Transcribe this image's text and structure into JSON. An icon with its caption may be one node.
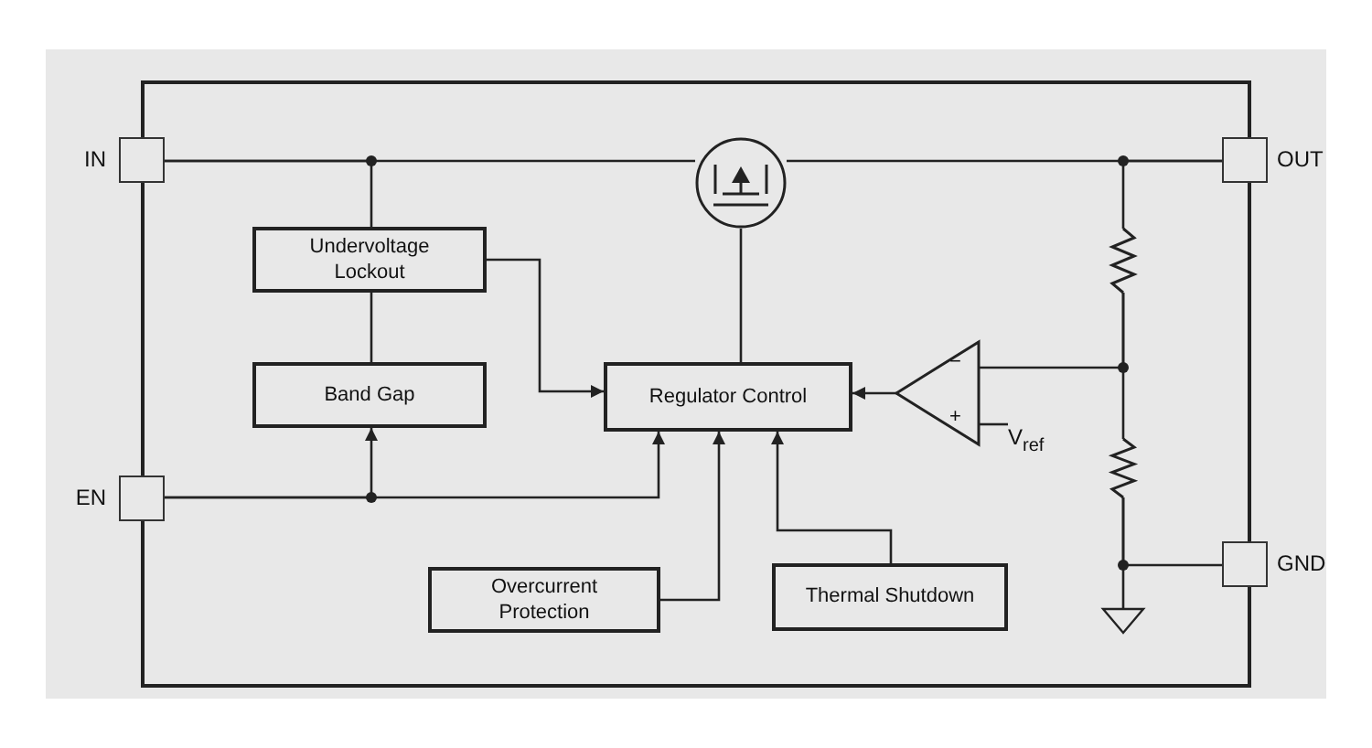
{
  "diagram": {
    "nodes": [
      {
        "text": [],
        "shape": "box"
      },
      {
        "text": [
          "IN"
        ]
      },
      {
        "text": [
          "OUT"
        ]
      },
      {
        "text": [
          "Undervoltage Lockout"
        ],
        "in": 0
      },
      {
        "text": [],
        "shape": "transistor",
        "in": 0
      },
      {
        "text": [
          "Band Gap"
        ],
        "in": 0
      },
      {
        "text": [
          "Regulator Control"
        ],
        "in": 0
      },
      {
        "text": [
          "−",
          "+"
        ],
        "in": 0
      },
      {
        "text": [
          "EN"
        ]
      },
      {
        "text": [],
        "shape": "resistor",
        "in": 0
      },
      {
        "text": [],
        "shape": "resistor",
        "in": 0
      },
      {
        "text": [
          "GND"
        ]
      },
      {
        "text": [
          "Overcurrent Protection"
        ],
        "in": 0
      },
      {
        "text": [
          "Thermal Shutdown"
        ],
        "in": 0
      },
      {
        "text": [],
        "shape": "ground",
        "in": 0
      },
      {
        "text": [
          "V$_{ref}$"
        ],
        "in": 0
      }
    ],
    "edges": [
      {
        "from": 1,
        "to": 4,
        "arrow": "none"
      },
      {
        "from": 1,
        "to": 3,
        "arrow": "none"
      },
      {
        "from": 4,
        "to": 2,
        "arrow": "none"
      },
      {
        "from": 3,
        "to": 5,
        "arrow": "none"
      },
      {
        "from": 3,
        "to": 6,
        "arrow": "to"
      },
      {
        "from": 4,
        "to": 6,
        "arrow": "none"
      },
      {
        "from": 7,
        "to": 6,
        "arrow": "to"
      },
      {
        "from": 2,
        "to": 9,
        "arrow": "none"
      },
      {
        "from": 9,
        "to": 7,
        "arrow": "none"
      },
      {
        "from": 9,
        "to": 10,
        "arrow": "none"
      },
      {
        "from": 15,
        "to": 7,
        "arrow": "none"
      },
      {
        "from": 10,
        "to": 11,
        "arrow": "none"
      },
      {
        "from": 10,
        "to": 14,
        "arrow": "none"
      },
      {
        "from": 8,
        "to": 5,
        "arrow": "to"
      },
      {
        "from": 8,
        "to": 6,
        "arrow": "to"
      },
      {
        "from": 12,
        "to": 6,
        "arrow": "to"
      },
      {
        "from": 13,
        "to": 6,
        "arrow": "to"
      }
    ]
  }
}
